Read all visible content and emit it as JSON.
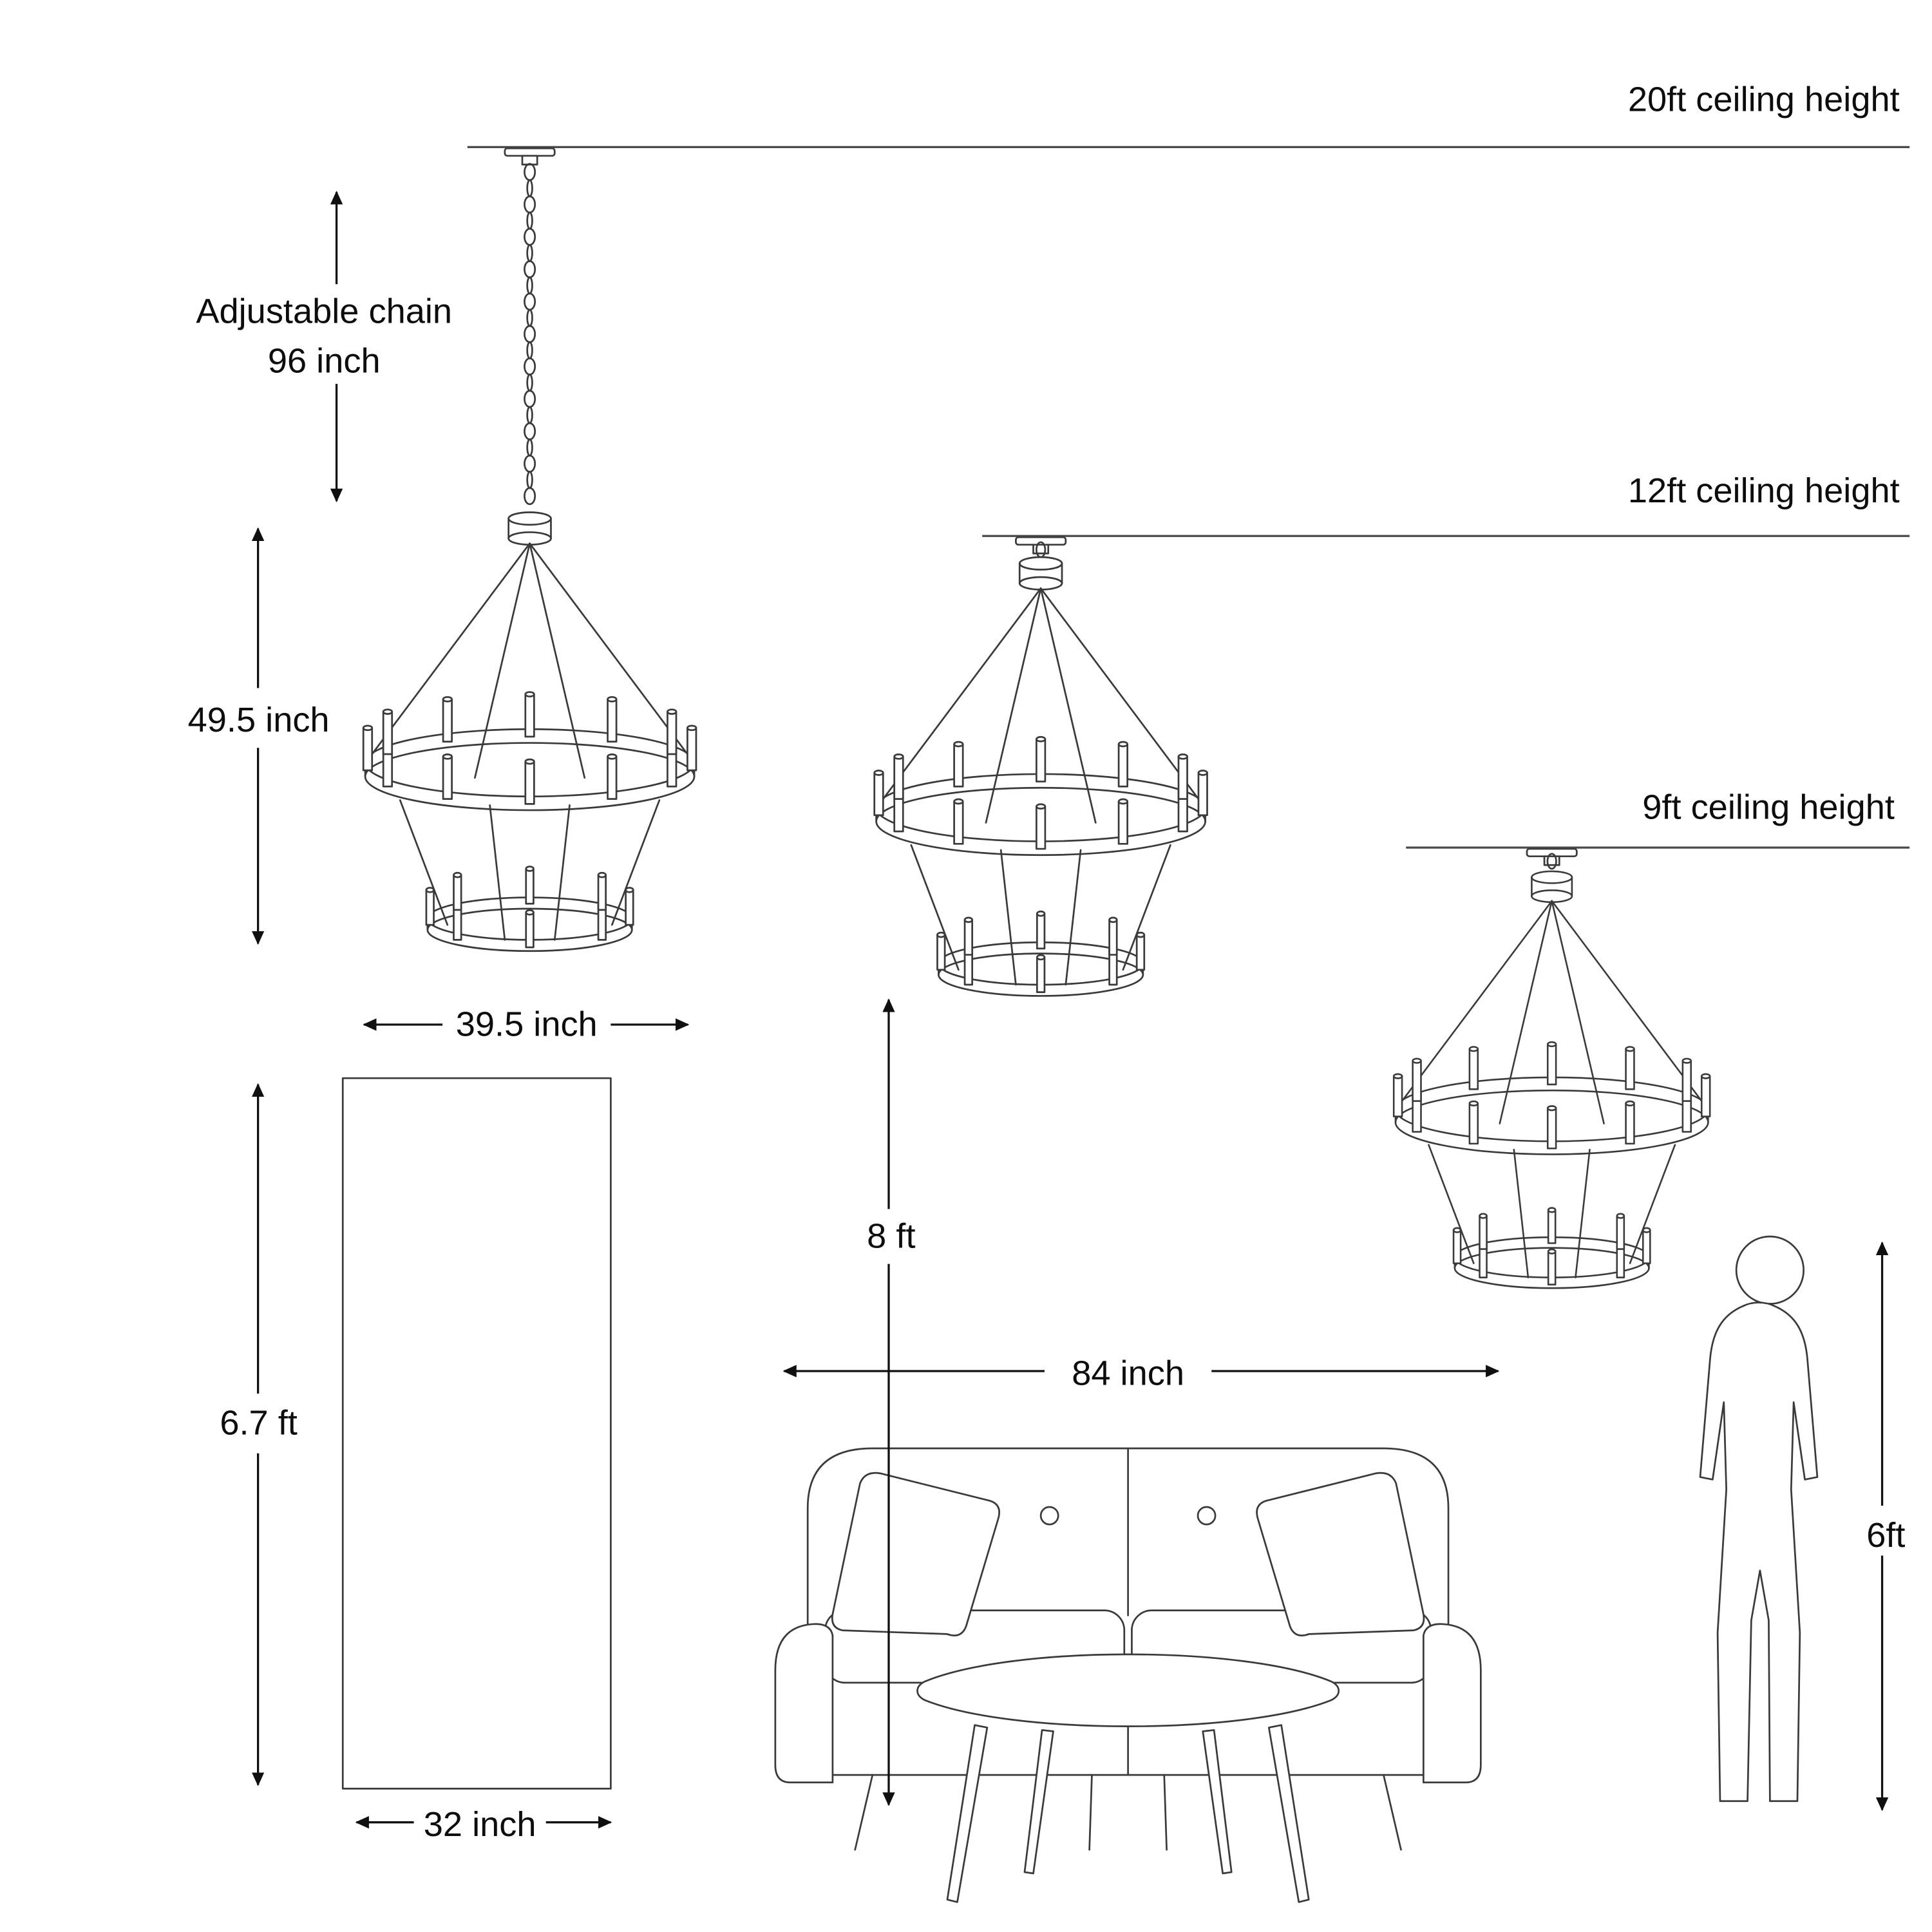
{
  "diagram": {
    "title_context": "chandelier ceiling-height dimension diagram",
    "ceiling_labels": {
      "c20": "20ft ceiling height",
      "c12": "12ft ceiling height",
      "c9": "9ft ceiling height"
    },
    "measurements": {
      "chain_line1": "Adjustable chain",
      "chain_line2": "96 inch",
      "fixture_height": "49.5 inch",
      "fixture_width": "39.5 inch",
      "door_height": "6.7 ft",
      "door_width": "32 inch",
      "floor_to_fixture": "8 ft",
      "sofa_width": "84 inch",
      "person_height": "6ft"
    },
    "colors": {
      "line": "#3a3a3a",
      "measure": "#101010",
      "text": "#0d0d0d",
      "background": "#ffffff"
    }
  }
}
